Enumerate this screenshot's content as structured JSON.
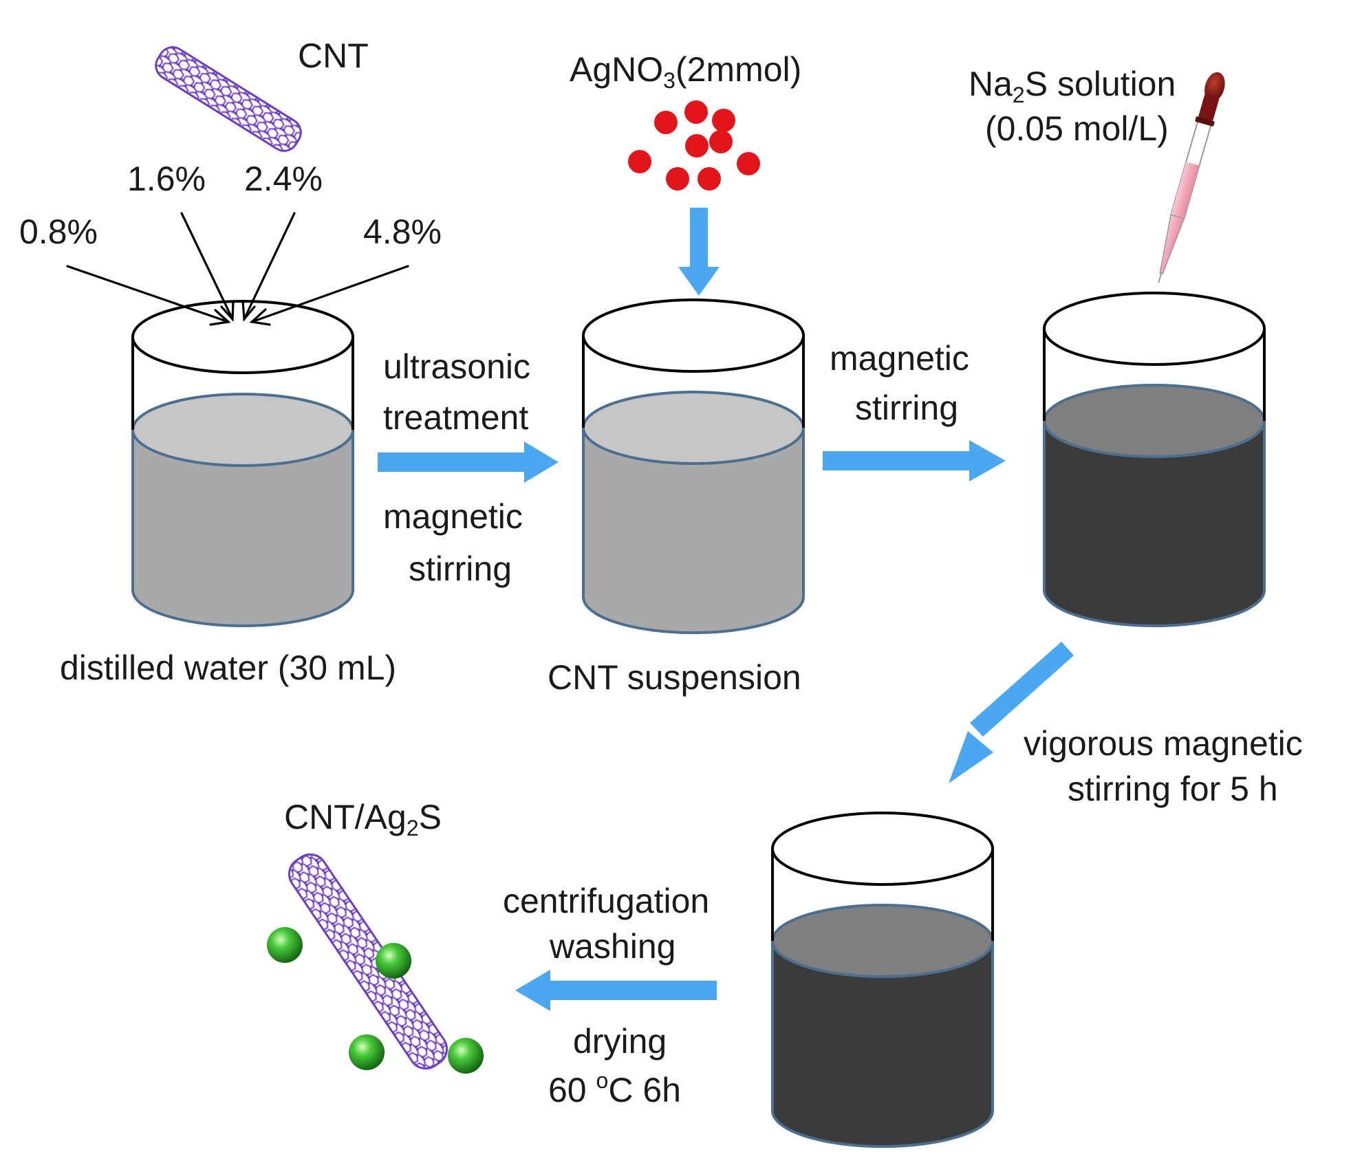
{
  "colors": {
    "background": "#ffffff",
    "beaker_outline": "#000000",
    "light_liquid": "#a9a9a9",
    "light_liquid_top": "#c6c6c6",
    "dark_liquid": "#3b3b3b",
    "dark_liquid_top": "#7f7f7f",
    "liquid_edge": "#4c6f8f",
    "process_arrow": "#4aa8f0",
    "addition_arrow": "#000000",
    "cnt_purple": "#8a5cd6",
    "cnt_node": "#6b3fbf",
    "agno3_dots": "#e3151b",
    "ag2s_sphere": "#2fa82f",
    "pipette_bulb": "#8b1a1a",
    "pipette_liquid": "#f2a8b8"
  },
  "icons": {
    "cnt_top": "carbon-nanotube",
    "agno3": "silver-nitrate-particles",
    "pipette": "dropper-pipette",
    "product": "cnt-ag2s-composite"
  },
  "labels": {
    "cnt": "CNT",
    "agno3_main": "AgNO",
    "agno3_sub": "3",
    "agno3_amount": "(2mmol)",
    "na2s_pre": "Na",
    "na2s_sub": "2",
    "na2s_post": "S solution",
    "na2s_conc": "(0.05 mol/L)",
    "loadings": [
      "0.8%",
      "1.6%",
      "2.4%",
      "4.8%"
    ],
    "step1": [
      "ultrasonic",
      "treatment"
    ],
    "step1b": [
      "magnetic",
      "stirring"
    ],
    "step2": [
      "magnetic",
      "stirring"
    ],
    "step3": [
      "vigorous magnetic",
      "stirring for 5 h"
    ],
    "step4": [
      "centrifugation",
      "washing"
    ],
    "step4b_line1": "drying",
    "step4b_temp": "60 ",
    "step4b_sup": "o",
    "step4b_rest": "C  6h",
    "beaker1": "distilled water (30 mL)",
    "beaker2": "CNT suspension",
    "product_pre": "CNT/Ag",
    "product_sub": "2",
    "product_post": "S"
  }
}
